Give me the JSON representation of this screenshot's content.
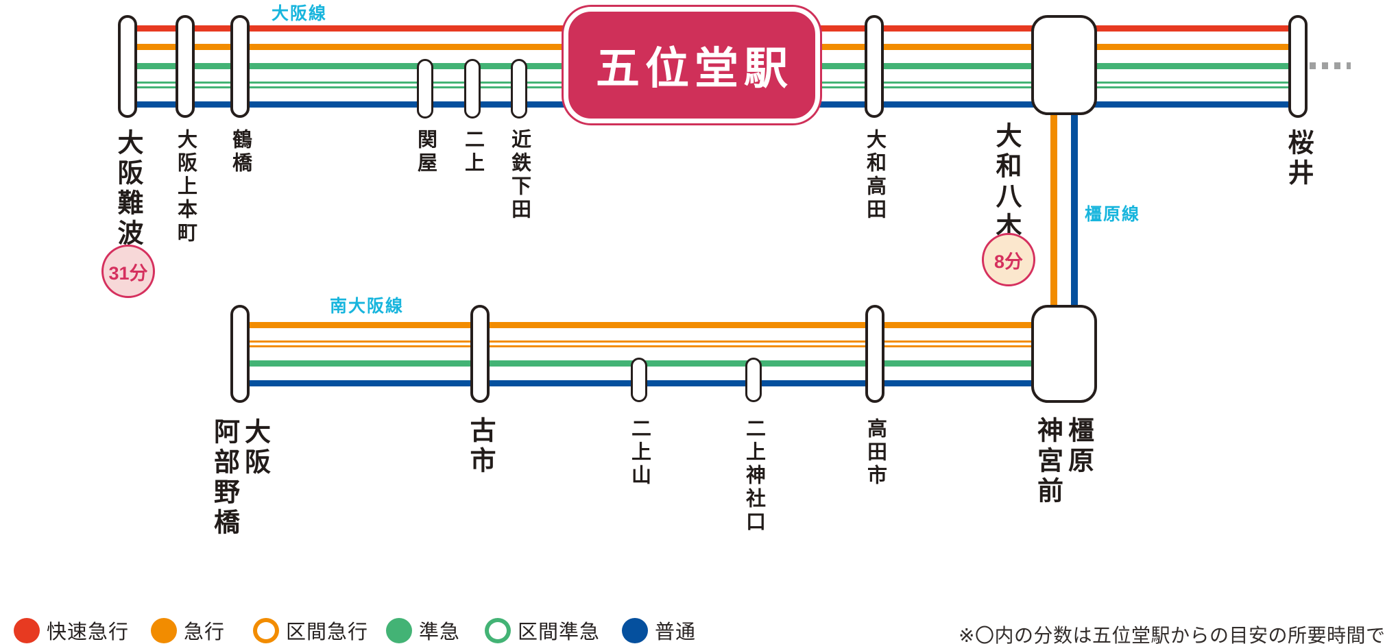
{
  "station_badge": {
    "label": "五位堂駅"
  },
  "osaka_line": {
    "label": "大阪線",
    "stations": [
      {
        "name": "大阪難波"
      },
      {
        "name": "大阪上本町"
      },
      {
        "name": "鶴橋"
      },
      {
        "name": "関屋"
      },
      {
        "name": "二上"
      },
      {
        "name": "近鉄下田"
      },
      {
        "name": "大和高田"
      },
      {
        "name": "大和八木"
      },
      {
        "name": "桜井"
      }
    ]
  },
  "minami_osaka_line": {
    "label": "南大阪線",
    "stations": [
      {
        "name": "大阪阿部野橋",
        "cols": [
          "大阪",
          "阿部野橋"
        ]
      },
      {
        "name": "古市"
      },
      {
        "name": "二上山"
      },
      {
        "name": "二上神社口"
      },
      {
        "name": "高田市"
      },
      {
        "name": "橿原神宮前",
        "cols": [
          "橿原",
          "神宮前"
        ]
      }
    ]
  },
  "kashihara_line": {
    "label": "橿原線"
  },
  "time_badges": [
    {
      "label": "31分",
      "fill": "#f7d8d8"
    },
    {
      "label": "8分",
      "fill": "#fbe7cd"
    }
  ],
  "legend": [
    {
      "label": "快速急行",
      "style": "filled",
      "color": "#e73a21"
    },
    {
      "label": "急行",
      "style": "filled",
      "color": "#f28c00"
    },
    {
      "label": "区間急行",
      "style": "outline",
      "color": "#f28c00"
    },
    {
      "label": "準急",
      "style": "filled",
      "color": "#43b375"
    },
    {
      "label": "区間準急",
      "style": "outline",
      "color": "#43b375"
    },
    {
      "label": "普通",
      "style": "filled",
      "color": "#05509e"
    }
  ],
  "note": "※〇内の分数は五位堂駅からの目安の所要時間です。",
  "colors": {
    "rapid_express": "#e73a21",
    "express": "#f28c00",
    "semi_express": "#43b375",
    "local": "#05509e",
    "line_label": "#18b5dd",
    "badge": "#cf3059",
    "time_badge": "#d5305e",
    "dash": "#9fa0a0"
  }
}
